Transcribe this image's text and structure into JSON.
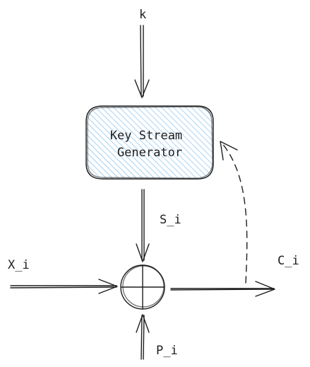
{
  "diagram": {
    "input_key": "k",
    "generator_line1": "Key Stream",
    "generator_line2": "Generator",
    "keystream": "S_i",
    "input_x": "X_i",
    "output": "C_i",
    "input_p": "P_i"
  },
  "colors": {
    "ink": "#1e1e1e",
    "box_fill": "#a5d8ff"
  }
}
